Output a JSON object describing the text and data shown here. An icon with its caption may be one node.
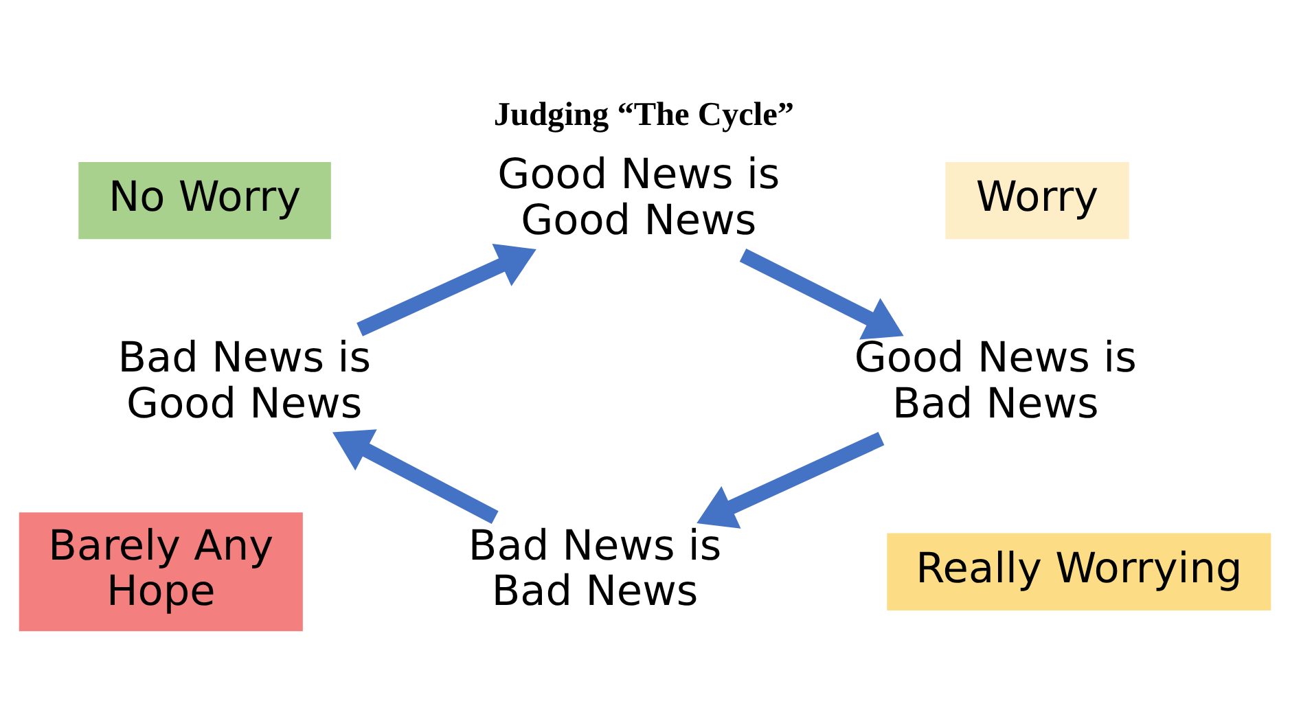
{
  "diagram": {
    "title": "Judging “The Cycle”",
    "nodes": [
      {
        "text": [
          "No Worry"
        ]
      },
      {
        "text": [
          "Worry"
        ]
      },
      {
        "text": [
          "Good News is Good News"
        ]
      },
      {
        "text": [
          "Good News is Bad News"
        ]
      },
      {
        "text": [
          "Bad News is Good News"
        ]
      },
      {
        "text": [
          "Bad News is Bad News"
        ]
      },
      {
        "text": [
          "Barely Any Hope"
        ]
      },
      {
        "text": [
          "Really Worrying"
        ]
      }
    ],
    "edges": [
      {
        "from": 2,
        "to": 3,
        "arrow": "to"
      },
      {
        "from": 3,
        "to": 5,
        "arrow": "to"
      },
      {
        "from": 5,
        "to": 4,
        "arrow": "to"
      },
      {
        "from": 4,
        "to": 2,
        "arrow": "to"
      }
    ]
  }
}
